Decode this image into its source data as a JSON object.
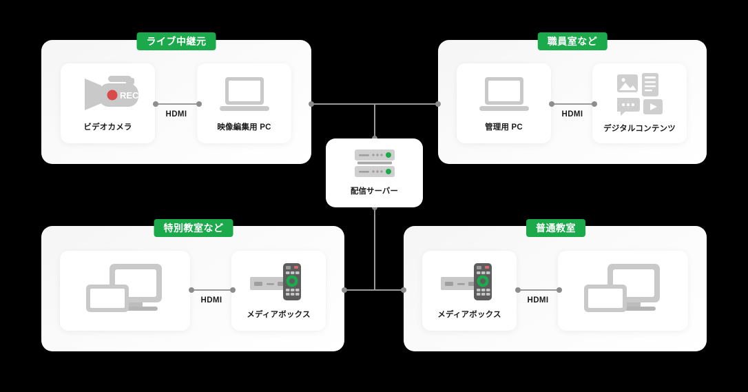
{
  "diagram": {
    "background_color": "#000000",
    "accent_color": "#1ca94c",
    "line_color": "#9a9a9a"
  },
  "panels": [
    {
      "id": "live-source",
      "badge": "ライブ中継元",
      "connector_label": "HDMI",
      "cards": [
        {
          "id": "video-camera",
          "label": "ビデオカメラ",
          "icon": "video-camera-icon",
          "rec_text": "REC"
        },
        {
          "id": "editing-pc",
          "label": "映像編集用 PC",
          "icon": "laptop-icon"
        }
      ]
    },
    {
      "id": "staff-room",
      "badge": "職員室など",
      "connector_label": "HDMI",
      "cards": [
        {
          "id": "admin-pc",
          "label": "管理用 PC",
          "icon": "laptop-icon"
        },
        {
          "id": "digital-content",
          "label": "デジタルコンテンツ",
          "icon": "digital-content-icon"
        }
      ]
    },
    {
      "id": "special-classroom",
      "badge": "特別教室など",
      "connector_label": "HDMI",
      "cards": [
        {
          "id": "display-left",
          "label": "",
          "icon": "display-tablet-icon"
        },
        {
          "id": "media-box-left",
          "label": "メディアボックス",
          "icon": "media-box-icon"
        }
      ]
    },
    {
      "id": "regular-classroom",
      "badge": "普通教室",
      "connector_label": "HDMI",
      "cards": [
        {
          "id": "media-box-right",
          "label": "メディアボックス",
          "icon": "media-box-icon"
        },
        {
          "id": "display-right",
          "label": "",
          "icon": "display-tablet-icon"
        }
      ]
    }
  ],
  "server": {
    "id": "distribution-server",
    "label": "配信サーバー",
    "icon": "server-rack-icon",
    "led_color": "#1ca94c"
  }
}
